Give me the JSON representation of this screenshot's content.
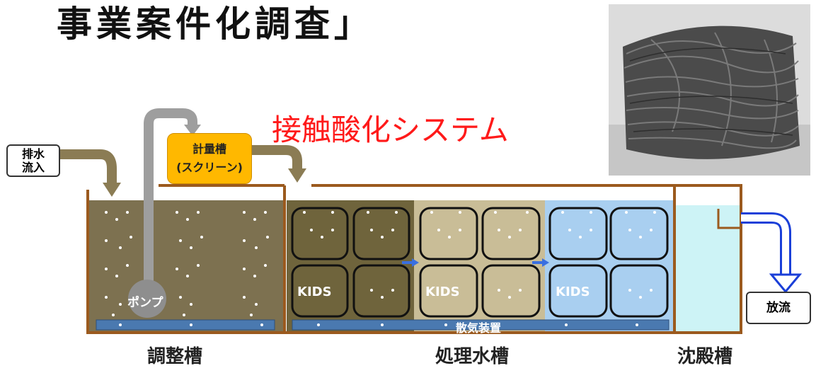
{
  "header": {
    "title": "事業案件化調査」"
  },
  "system_title": "接触酸化システム",
  "inflow_label_line1": "排水",
  "inflow_label_line2": "流入",
  "outflow_label": "放流",
  "meter_tank": {
    "line1": "計量槽",
    "line2": "(スクリーン)"
  },
  "pump_label": "ポンプ",
  "module_label": "KIDS",
  "aerator_label": "散気装置",
  "tank_captions": {
    "adjustment": "調整槽",
    "treatment": "処理水槽",
    "sedimentation": "沈殿槽"
  },
  "colors": {
    "tank_wall": "#9b5a1e",
    "adjust_water": "#7d7150",
    "stage1_water": "#6f643c",
    "stage2_water": "#c9bd97",
    "stage3_water": "#a9cff0",
    "sediment_water": "#cdf3f6",
    "diffuser": "#4a79b0",
    "meter_tank": "#ffb800",
    "outflow_arrow": "#1a3fd8",
    "system_title": "#ff1a1a"
  },
  "icons": {
    "photo": "fiber-media-photo",
    "pipe": "gray-pipe-icon"
  }
}
